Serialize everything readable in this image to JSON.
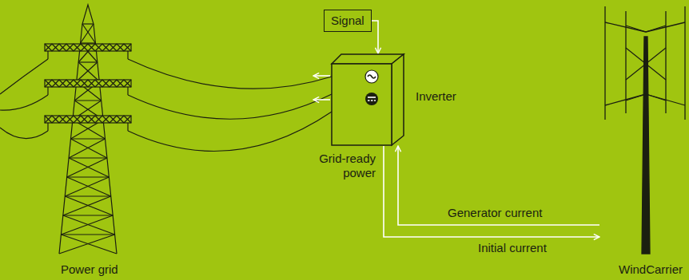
{
  "diagram": {
    "nodes": [
      {
        "text": [
          "Signal"
        ]
      },
      {
        "text": [
          "Inverter"
        ]
      },
      {
        "text": [
          "Power grid"
        ]
      },
      {
        "text": [
          "WindCarrier"
        ]
      }
    ],
    "edges": [
      {
        "from": 0,
        "to": 1,
        "arrow": "to"
      },
      {
        "from": 1,
        "to": 2,
        "arrow": "to"
      },
      {
        "from": 1,
        "to": 2,
        "arrow": "to"
      },
      {
        "from": 3,
        "to": 1,
        "label": "Generator current",
        "arrow": "to"
      },
      {
        "from": 1,
        "to": 3,
        "label": "Initial current",
        "arrow": "to"
      }
    ],
    "labels": [
      "Grid-ready power"
    ]
  }
}
